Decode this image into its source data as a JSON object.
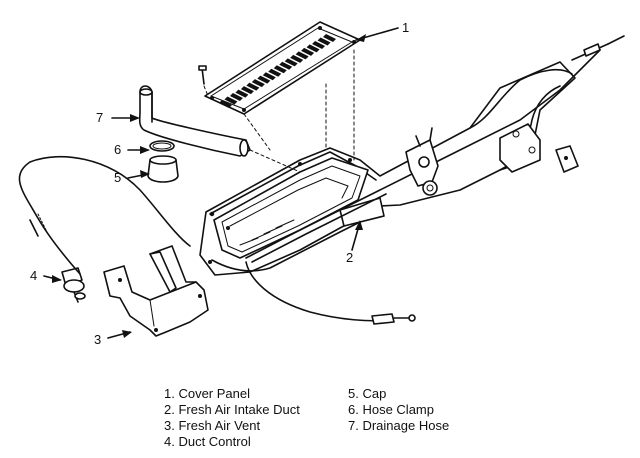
{
  "callouts": {
    "c1": "1",
    "c2": "2",
    "c3": "3",
    "c4": "4",
    "c5": "5",
    "c6": "6",
    "c7": "7"
  },
  "legend": {
    "items": [
      "1. Cover Panel",
      "2. Fresh Air Intake Duct",
      "3. Fresh Air Vent",
      "4. Duct Control",
      "5. Cap",
      "6. Hose Clamp",
      "7. Drainage Hose"
    ]
  }
}
